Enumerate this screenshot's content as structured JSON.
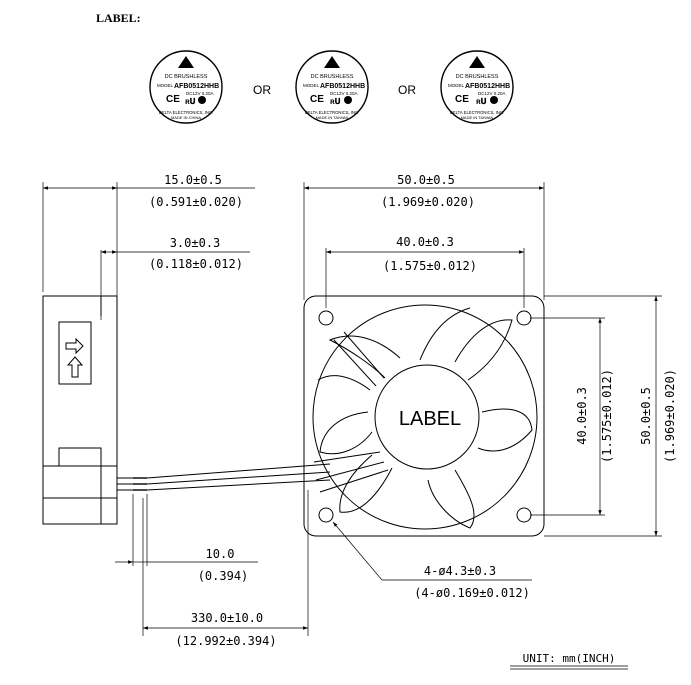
{
  "header": {
    "label_heading": "LABEL:"
  },
  "labels": {
    "badge_line1": "DC BRUSHLESS",
    "badge_model_word": "MODEL",
    "badge_model": "AFB0512HHB",
    "badge_rating_1": "DC12V  0.20A",
    "badge_rating_2": "DC12V  0.20A",
    "badge_rating_3": "DC12V  0.20A",
    "badge_maker": "DELTA ELECTRONICS, INC.",
    "badge_made_1": "MADE IN CHINA",
    "badge_made_2": "MADE IN TAIWAN",
    "badge_made_3": "MADE IN TAIWAN",
    "or_1": "OR",
    "or_2": "OR"
  },
  "dimensions": {
    "side_depth": "15.0±0.5",
    "side_depth_in": "(0.591±0.020)",
    "side_offset": "3.0±0.3",
    "side_offset_in": "(0.118±0.012)",
    "front_width": "50.0±0.5",
    "front_width_in": "(1.969±0.020)",
    "hole_spacing": "40.0±0.3",
    "hole_spacing_in": "(1.575±0.012)",
    "vert_hole_spacing": "40.0±0.3",
    "vert_hole_spacing_in": "(1.575±0.012)",
    "vert_height": "50.0±0.5",
    "vert_height_in": "(1.969±0.020)",
    "hub_label": "LABEL",
    "wire_strip": "10.0",
    "wire_strip_in": "(0.394)",
    "hole_dia": "4-ø4.3±0.3",
    "hole_dia_in": "(4-ø0.169±0.012)",
    "wire_length": "330.0±10.0",
    "wire_length_in": "(12.992±0.394)",
    "unit": "UNIT:  mm(INCH)"
  }
}
